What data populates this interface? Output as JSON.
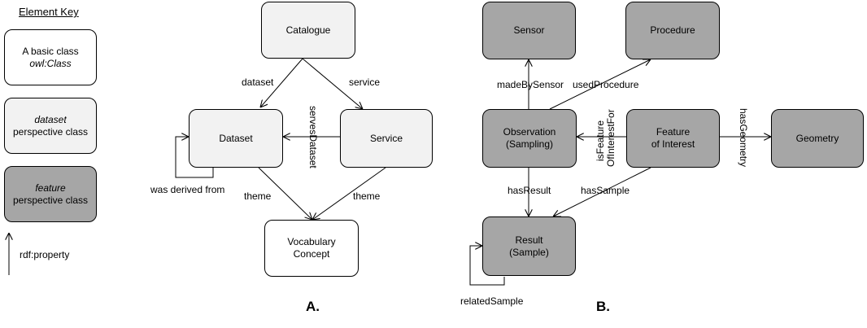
{
  "key": {
    "title": "Element Key",
    "basic": {
      "line1": "A basic class",
      "line2": "owl:Class"
    },
    "dataset": {
      "line1": "dataset",
      "line2": "perspective class"
    },
    "feature": {
      "line1": "feature",
      "line2": "perspective class"
    },
    "property": "rdf:property"
  },
  "panel_a": {
    "label": "A.",
    "nodes": {
      "catalogue": "Catalogue",
      "dataset": "Dataset",
      "service": "Service",
      "vocab_line1": "Vocabulary",
      "vocab_line2": "Concept"
    },
    "edges": {
      "dataset": "dataset",
      "service": "service",
      "serves_dataset": "servesDataset",
      "was_derived_from": "was derived from",
      "theme_left": "theme",
      "theme_right": "theme"
    }
  },
  "panel_b": {
    "label": "B.",
    "nodes": {
      "sensor": "Sensor",
      "procedure": "Procedure",
      "obs_line1": "Observation",
      "obs_line2": "(Sampling)",
      "foi_line1": "Feature",
      "foi_line2": "of Interest",
      "geometry": "Geometry",
      "result_line1": "Result",
      "result_line2": "(Sample)"
    },
    "edges": {
      "made_by_sensor": "madeBySensor",
      "used_procedure": "usedProcedure",
      "is_feature_line1": "isFeature",
      "is_feature_line2": "OfInterestFor",
      "has_geometry": "hasGeometry",
      "has_result": "hasResult",
      "has_sample": "hasSample",
      "related_sample": "relatedSample"
    }
  }
}
